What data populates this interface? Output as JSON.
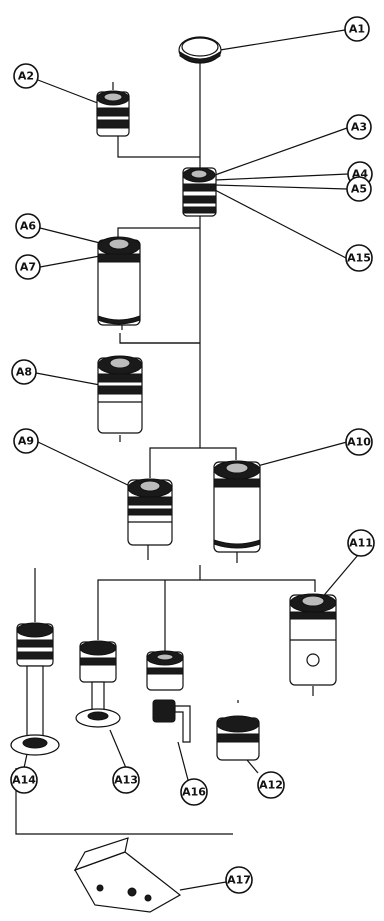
{
  "labels": {
    "a1": "A1",
    "a2": "A2",
    "a3": "A3",
    "a4": "A4",
    "a5": "A5",
    "a15": "A15",
    "a6": "A6",
    "a7": "A7",
    "a8": "A8",
    "a9": "A9",
    "a10": "A10",
    "a11": "A11",
    "a12": "A12",
    "a13": "A13",
    "a14": "A14",
    "a16": "A16",
    "a17": "A17"
  }
}
